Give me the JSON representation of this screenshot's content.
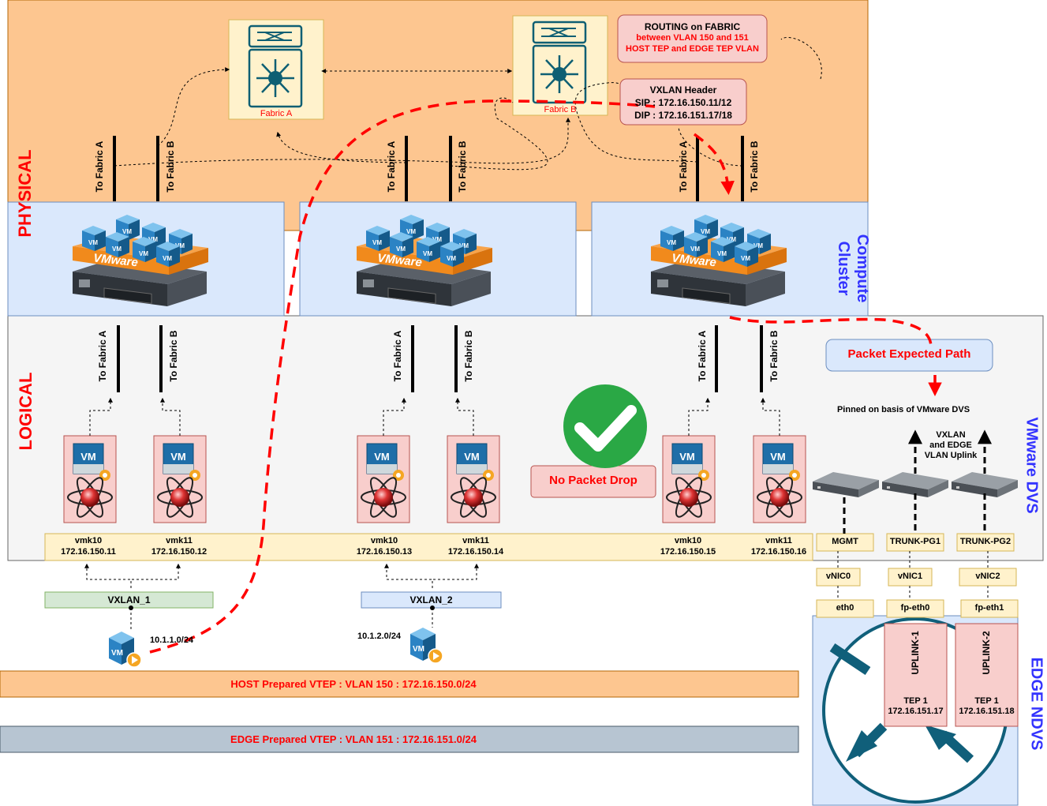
{
  "sections": {
    "physical": "PHYSICAL",
    "logical": "LOGICAL",
    "compute_cluster_line1": "Compute",
    "compute_cluster_line2": "Cluster",
    "vmware_dvs": "VMware DVS",
    "edge_ndvs": "EDGE NDVS"
  },
  "fabric_a": {
    "label": "Fabric A"
  },
  "fabric_b": {
    "label": "Fabric B"
  },
  "routing_note": {
    "title": "ROUTING on FABRIC",
    "line1": "between VLAN 150 and 151",
    "line2": "HOST TEP and EDGE TEP VLAN"
  },
  "vxlan_header": {
    "title": "VXLAN Header",
    "sip": "SIP : 172.16.150.11/12",
    "dip": "DIP : 172.16.151.17/18"
  },
  "uplink_labels": {
    "a": "To Fabric A",
    "b": "To Fabric B"
  },
  "vmware_logo": "VMware",
  "vm_badge": "VM",
  "vmks": [
    {
      "name": "vmk10",
      "ip": "172.16.150.11"
    },
    {
      "name": "vmk11",
      "ip": "172.16.150.12"
    },
    {
      "name": "vmk10",
      "ip": "172.16.150.13"
    },
    {
      "name": "vmk11",
      "ip": "172.16.150.14"
    },
    {
      "name": "vmk10",
      "ip": "172.16.150.15"
    },
    {
      "name": "vmk11",
      "ip": "172.16.150.16"
    }
  ],
  "no_packet_drop": "No Packet Drop",
  "packet_expected_path": "Packet Expected Path",
  "pinned_note": "Pinned on basis of VMware DVS",
  "uplink_note": {
    "line1": "VXLAN",
    "line2": "and EDGE",
    "line3": "VLAN Uplink"
  },
  "port_groups": [
    "MGMT",
    "TRUNK-PG1",
    "TRUNK-PG2"
  ],
  "vnics": [
    "vNIC0",
    "vNIC1",
    "vNIC2"
  ],
  "eths": [
    "eth0",
    "fp-eth0",
    "fp-eth1"
  ],
  "vxlan_1": {
    "label": "VXLAN_1",
    "subnet": "10.1.1.0/24"
  },
  "vxlan_2": {
    "label": "VXLAN_2",
    "subnet": "10.1.2.0/24"
  },
  "host_vtep": "HOST Prepared VTEP : VLAN 150 : 172.16.150.0/24",
  "edge_vtep": "EDGE Prepared VTEP : VLAN 151 : 172.16.151.0/24",
  "edge_uplinks": [
    {
      "name": "UPLINK-1",
      "tep": "TEP 1",
      "ip": "172.16.151.17"
    },
    {
      "name": "UPLINK-2",
      "tep": "TEP 1",
      "ip": "172.16.151.18"
    }
  ],
  "colors": {
    "physical_bg": "#fdc690",
    "host_bg": "#dae8fc",
    "logical_bg": "#f5f5f5",
    "red_path": "#ff0000",
    "accent_blue": "#3333ff",
    "section_red": "#ff0000"
  }
}
